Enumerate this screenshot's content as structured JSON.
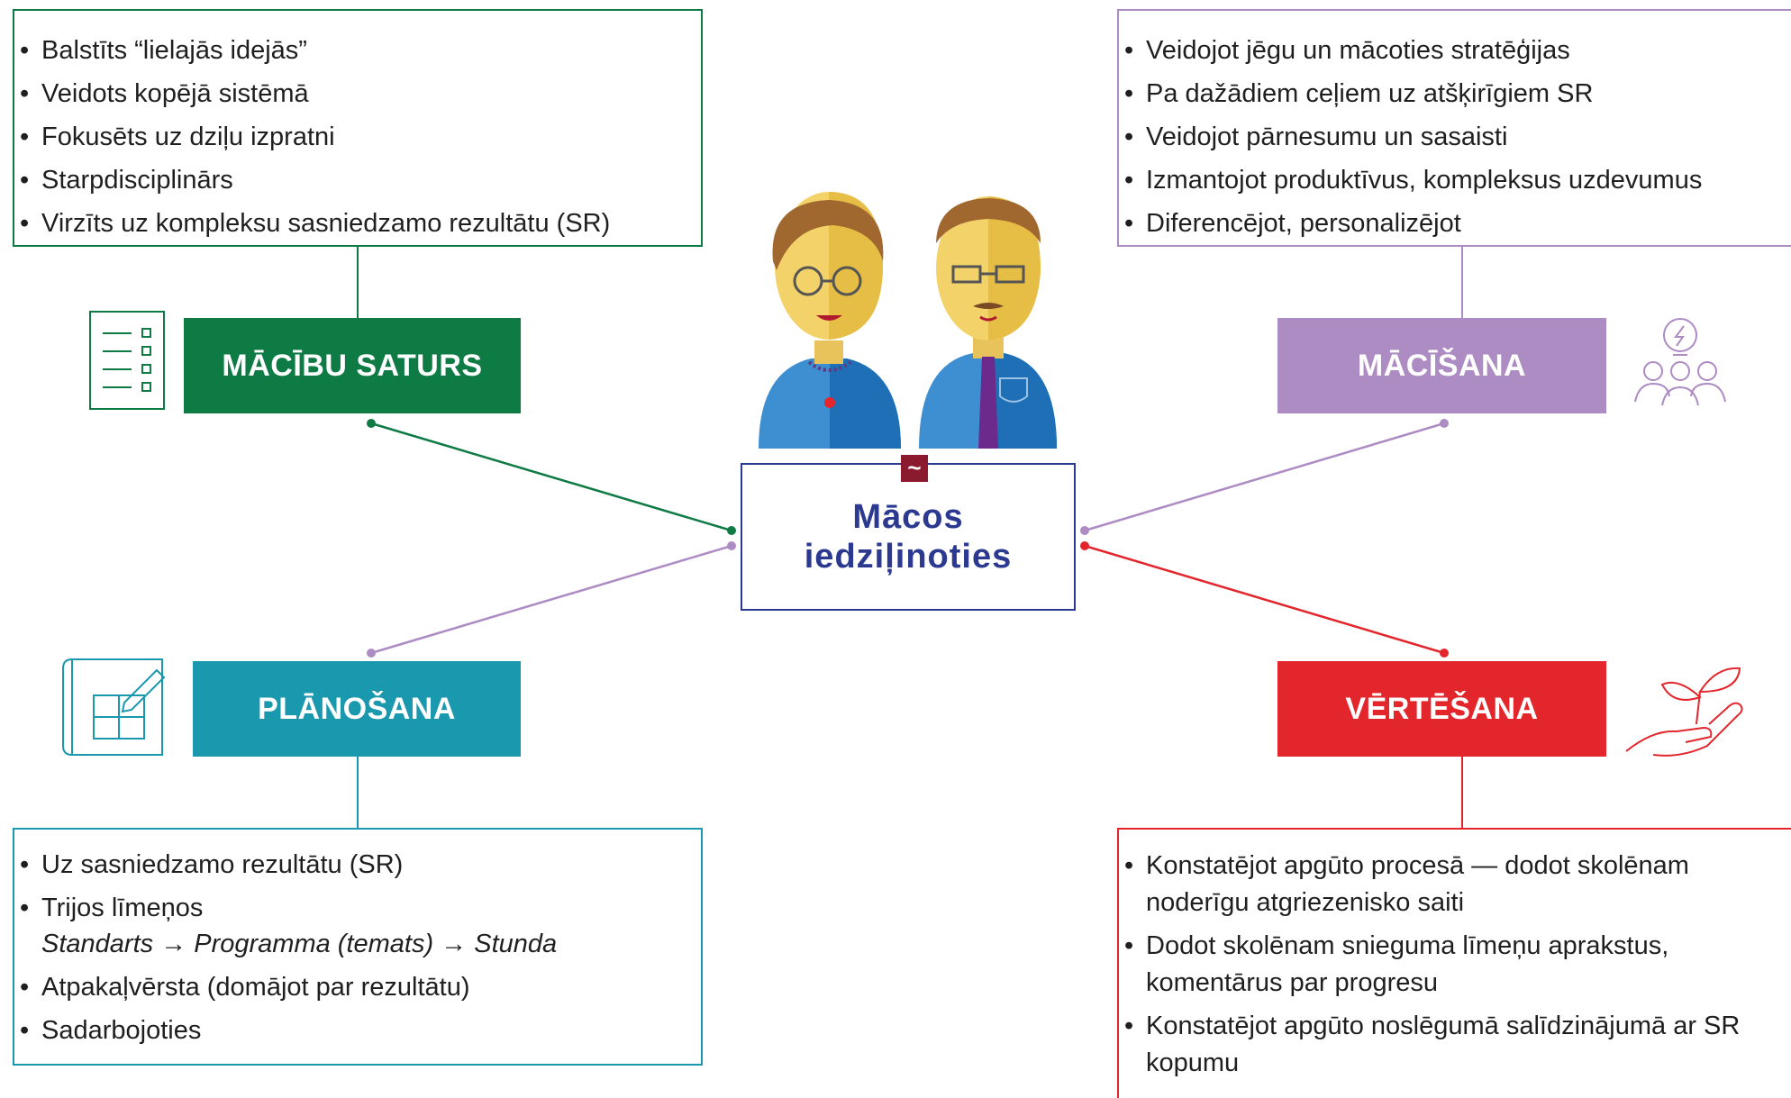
{
  "center": {
    "title_line1": "Mācos",
    "title_line2": "iedziļinoties"
  },
  "colors": {
    "green": "#0e7a44",
    "purple": "#ad8bc3",
    "teal": "#1a98ae",
    "red": "#e3262c",
    "navy": "#2b3990"
  },
  "nodes": {
    "macibu_saturs": {
      "label": "MĀCĪBU SATURS",
      "icon": "checklist-icon",
      "items": [
        "Balstīts “lielajās idejās”",
        "Veidots kopējā sistēmā",
        "Fokusēts uz dziļu izpratni",
        "Starpdisciplinārs",
        "Virzīts uz kompleksu sasniedzamo rezultātu (SR)"
      ]
    },
    "macisana": {
      "label": "MĀCĪŠANA",
      "icon": "group-idea-icon",
      "items": [
        "Veidojot jēgu un mācoties stratēģijas",
        "Pa dažādiem ceļiem uz atšķirīgiem SR",
        "Veidojot pārnesumu un sasaisti",
        "Izmantojot produktīvus, kompleksus uzdevumus",
        "Diferencējot, personalizējot"
      ]
    },
    "planosana": {
      "label": "PLĀNOŠANA",
      "icon": "blueprint-icon",
      "items": [
        "Uz sasniedzamo rezultātu (SR)",
        "Trijos līmeņos",
        "Atpakaļvērsta (domājot par rezultātu)",
        "Sadarbojoties"
      ],
      "levels_line": "Standarts → Programma (temats) → Stunda"
    },
    "vertesana": {
      "label": "VĒRTĒŠANA",
      "icon": "hand-plant-icon",
      "items": [
        "Konstatējot apgūto procesā — dodot skolēnam noderīgu atgriezenisko saiti",
        "Dodot skolēnam snieguma līmeņu aprakstus, komentārus par progresu",
        "Konstatējot apgūto noslēgumā salīdzinājumā ar SR kopumu"
      ]
    }
  },
  "badge": {
    "symbol": "~"
  }
}
